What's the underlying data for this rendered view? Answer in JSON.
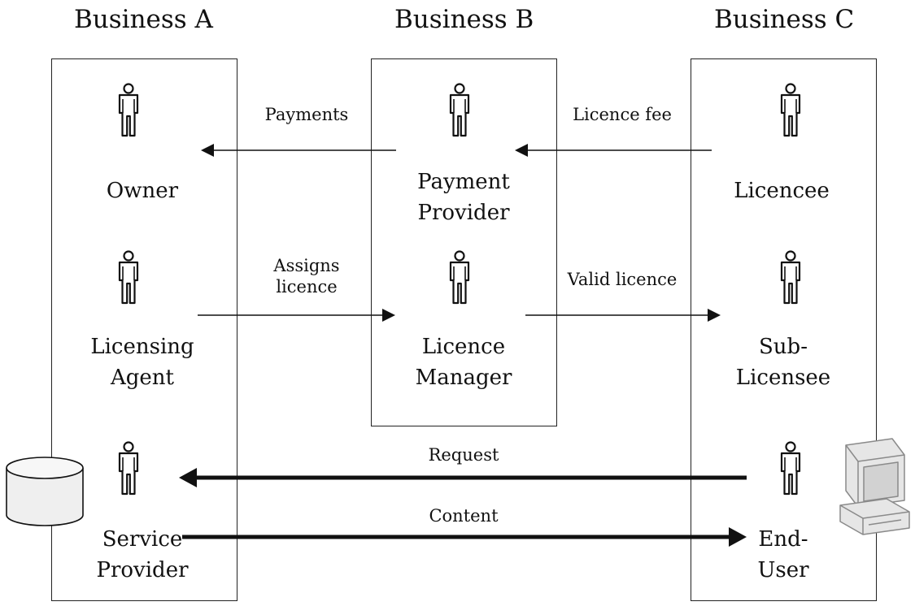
{
  "businesses": {
    "a": "Business A",
    "b": "Business B",
    "c": "Business C"
  },
  "roles": {
    "owner": "Owner",
    "payment_provider": [
      "Payment",
      "Provider"
    ],
    "licencee": "Licencee",
    "licensing_agent": [
      "Licensing",
      "Agent"
    ],
    "licence_manager": [
      "Licence",
      "Manager"
    ],
    "sub_licensee": [
      "Sub-",
      "Licensee"
    ],
    "service_provider": [
      "Service",
      "Provider"
    ],
    "end_user": [
      "End-",
      "User"
    ]
  },
  "flows": {
    "payments": "Payments",
    "licence_fee": "Licence fee",
    "assigns_licence": [
      "Assigns",
      "licence"
    ],
    "valid_licence": "Valid licence",
    "request": "Request",
    "content": "Content"
  },
  "icons": [
    "person-icon",
    "database-icon",
    "computer-icon"
  ],
  "colors": {
    "line": "#111111",
    "device_fill": "#e6e6e6",
    "device_stroke": "#8a8a8a"
  }
}
